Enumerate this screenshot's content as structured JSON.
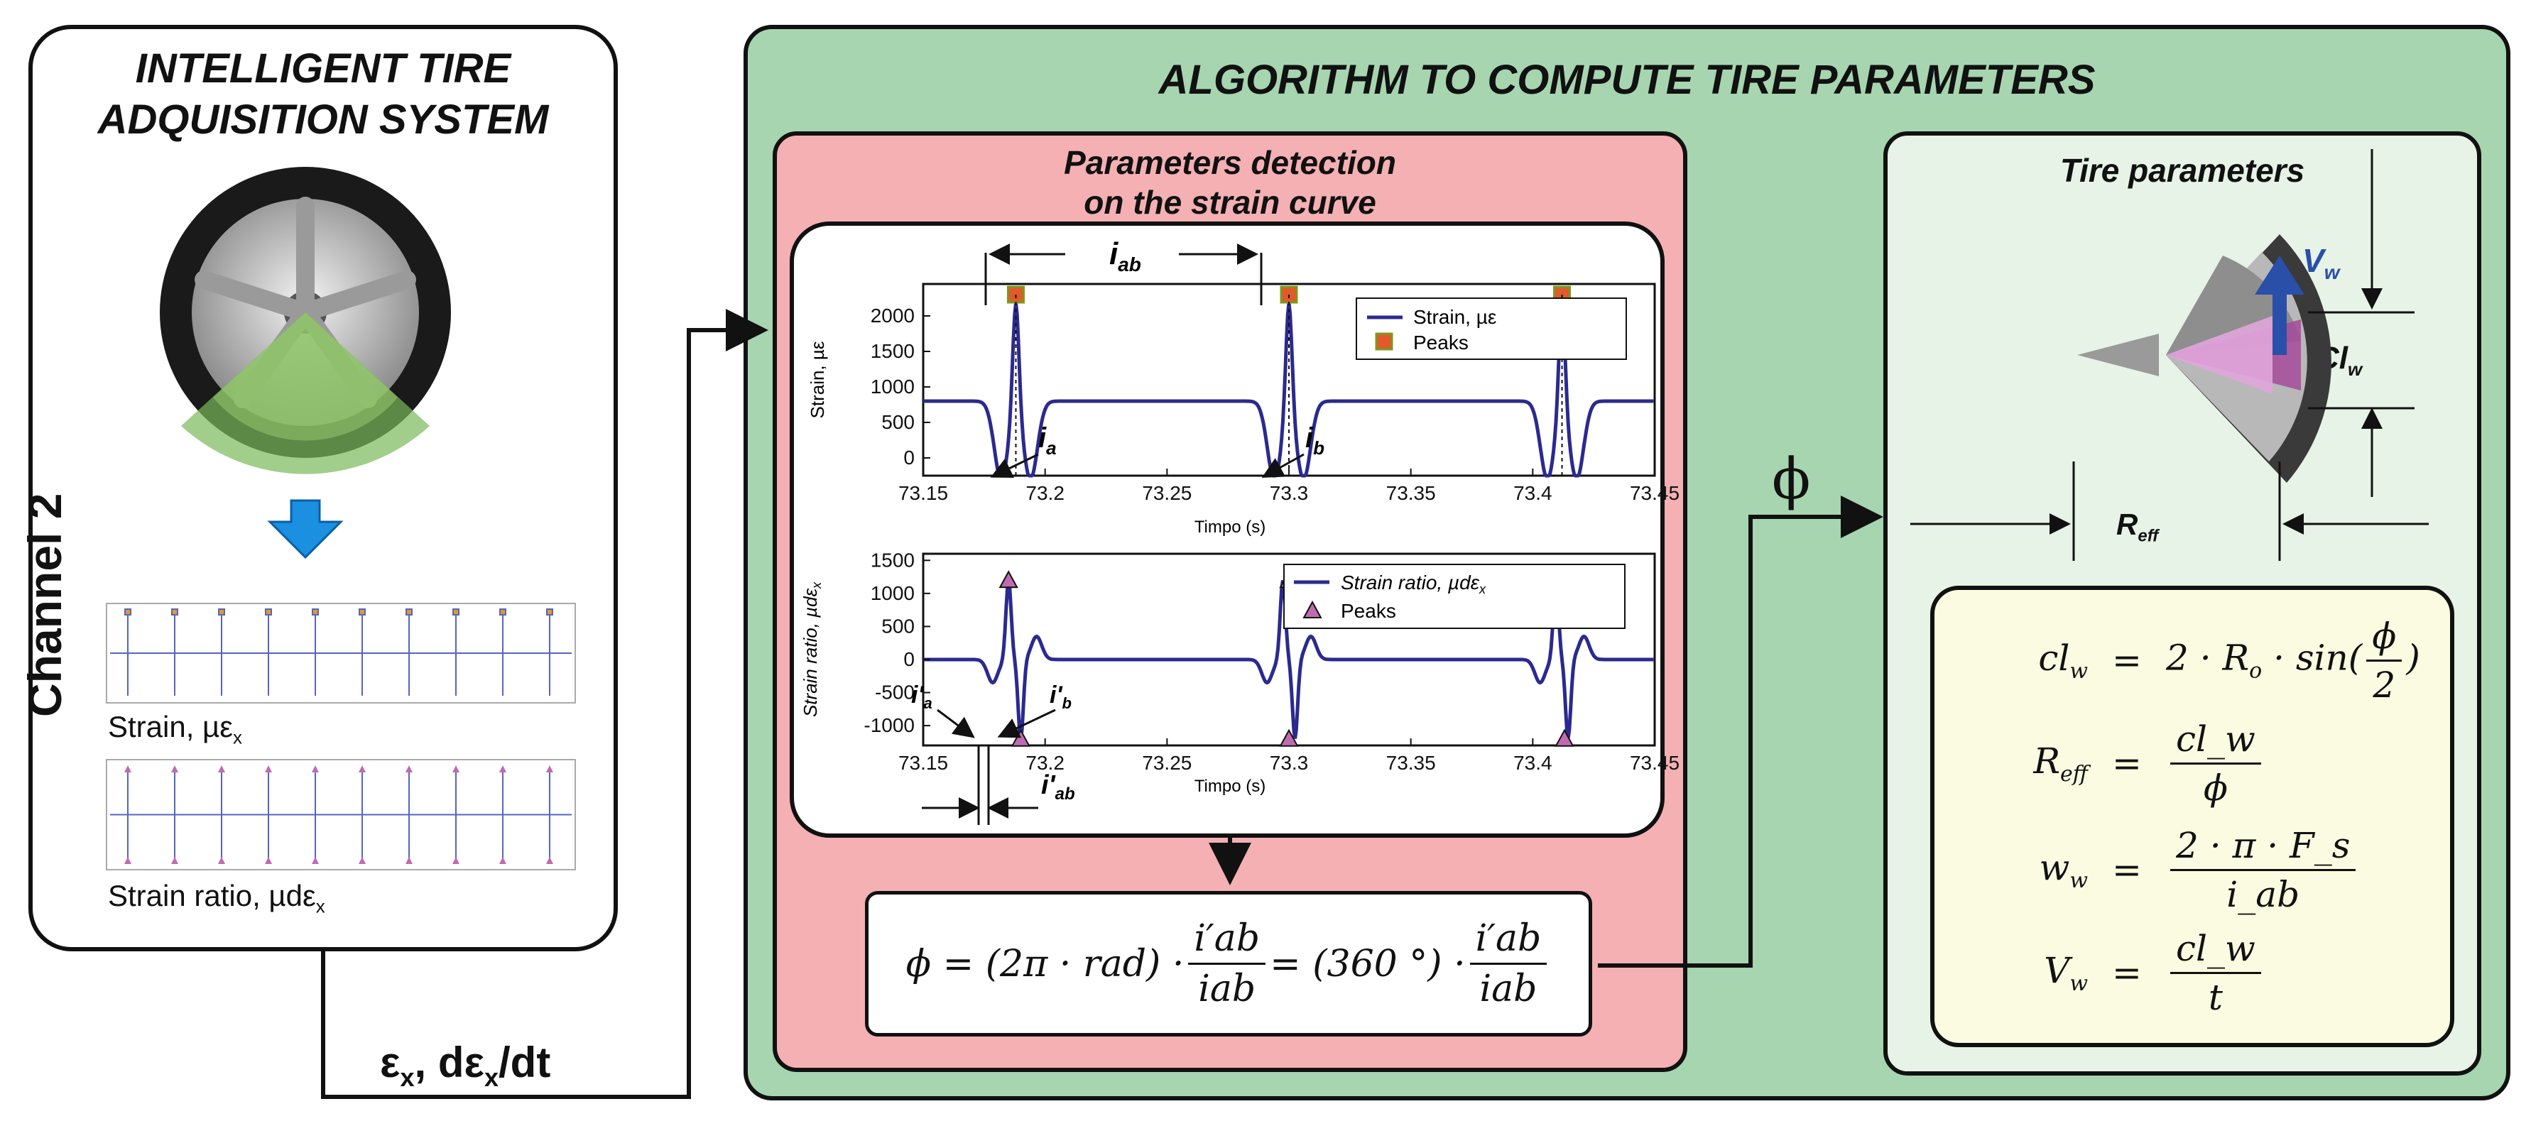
{
  "acquisition": {
    "title_line1": "INTELLIGENT TIRE",
    "title_line2": "ADQUISITION SYSTEM",
    "channel_label": "Channel 2",
    "thumb1_label": "Strain, µε",
    "thumb1_sub": "x",
    "thumb2_label": "Strain ratio, µdε",
    "thumb2_sub": "x",
    "output_signal": "ε",
    "output_sub1": "x",
    "output_sep": ", dε",
    "output_sub2": "x",
    "output_tail": "/dt"
  },
  "algorithm": {
    "title": "ALGORITHM TO COMPUTE TIRE PARAMETERS",
    "detection_title_line1": "Parameters detection",
    "detection_title_line2": "on the strain curve",
    "phi_output": "ϕ",
    "phi_equation": {
      "lhs": "ϕ = (2π · rad) ·",
      "frac1_num": "i′ab",
      "frac1_den": "iab",
      "mid": "= (360 °) ·",
      "frac2_num": "i′ab",
      "frac2_den": "iab"
    }
  },
  "parameters": {
    "title": "Tire parameters",
    "vw_label": "V",
    "vw_sub": "w",
    "clw_label": "Cl",
    "clw_sub": "w",
    "reff_label": "R",
    "reff_sub": "eff",
    "phi_symbol": "ϕ",
    "equations": [
      {
        "lhs": "cl",
        "lhs_sub": "w",
        "eq": "=",
        "rhs_pre": "2 · R",
        "rhs_pre_sub": "o",
        "rhs_mid": " · sin(",
        "frac_num": "ϕ",
        "frac_den": "2",
        "rhs_post": ")"
      },
      {
        "lhs": "R",
        "lhs_sub": "eff",
        "eq": "=",
        "frac_num": "cl_w",
        "frac_den": "ϕ"
      },
      {
        "lhs": "w",
        "lhs_sub": "w",
        "eq": "=",
        "frac_num": "2 · π · F_s",
        "frac_den": "i_ab"
      },
      {
        "lhs": "V",
        "lhs_sub": "w",
        "eq": "=",
        "frac_num": "cl_w",
        "frac_den": "t"
      }
    ]
  },
  "chart_data": [
    {
      "type": "line",
      "ylabel": "Strain, µε",
      "xlabel": "Timpo (s)",
      "xlim": [
        73.15,
        73.45
      ],
      "ylim": [
        -250,
        2450
      ],
      "xticks": [
        "73.15",
        "73.2",
        "73.25",
        "73.3",
        "73.35",
        "73.4",
        "73.45"
      ],
      "yticks": [
        "0",
        "500",
        "1000",
        "1500",
        "2000"
      ],
      "legend": [
        "Strain, µε",
        "Peaks"
      ],
      "legend_position": "top-right",
      "baseline": 800,
      "peaks": [
        {
          "x": 73.188,
          "y": 2300
        },
        {
          "x": 73.3,
          "y": 2300
        },
        {
          "x": 73.412,
          "y": 2300
        }
      ],
      "annotations": [
        "i_ab",
        "i_a",
        "i_b"
      ]
    },
    {
      "type": "line",
      "ylabel": "Strain ratio, µdε",
      "ylabel_sub": "x",
      "xlabel": "Timpo (s)",
      "xlim": [
        73.15,
        73.45
      ],
      "ylim": [
        -1300,
        1600
      ],
      "xticks": [
        "73.15",
        "73.2",
        "73.25",
        "73.3",
        "73.35",
        "73.4",
        "73.45"
      ],
      "yticks": [
        "-1000",
        "-500",
        "0",
        "500",
        "1000",
        "1500"
      ],
      "legend": [
        "Strain ratio, µdε",
        "Peaks"
      ],
      "legend_sub": "x",
      "legend_position": "top-right",
      "peaks_max": [
        {
          "x": 73.185,
          "y": 1200
        },
        {
          "x": 73.3,
          "y": 1200
        }
      ],
      "peaks_min": [
        {
          "x": 73.19,
          "y": -1200
        },
        {
          "x": 73.3,
          "y": -1200
        },
        {
          "x": 73.413,
          "y": -1200
        }
      ],
      "annotations": [
        "i'_a",
        "i'_b",
        "i'_ab"
      ]
    }
  ],
  "colors": {
    "algo_bg": "#a6d5b0",
    "detect_bg": "#f4b0b3",
    "params_bg": "#e6f3e6",
    "eq_bg": "#fbfbe1",
    "curve": "#2b2a8f",
    "peak_square": "#e05a2a",
    "peak_triangle": "#c06bb0",
    "arrow_blue": "#1b8fe0",
    "vw_arrow": "#2a4fa8"
  }
}
